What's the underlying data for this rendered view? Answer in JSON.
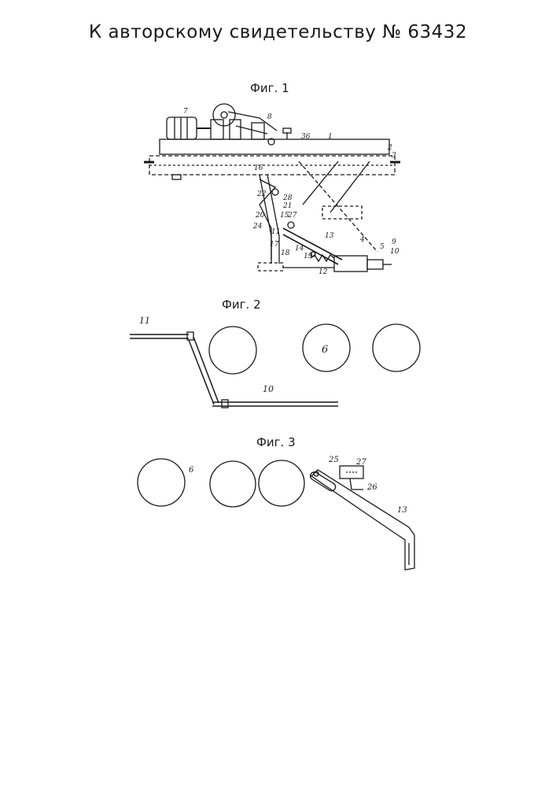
{
  "header": {
    "title": "К авторскому свидетельству № 63432"
  },
  "figures": [
    {
      "caption": "Фиг. 1",
      "labels": [
        "7",
        "8",
        "36",
        "1",
        "2",
        "3",
        "16",
        "22",
        "28",
        "20",
        "24",
        "21",
        "15",
        "27",
        "11",
        "17",
        "13",
        "4",
        "5",
        "9",
        "10",
        "19",
        "12",
        "18",
        "14"
      ]
    },
    {
      "caption": "Фиг. 2",
      "labels": [
        "11",
        "6",
        "10"
      ]
    },
    {
      "caption": "Фиг. 3",
      "labels": [
        "6",
        "25",
        "27",
        "26",
        "13"
      ]
    }
  ]
}
